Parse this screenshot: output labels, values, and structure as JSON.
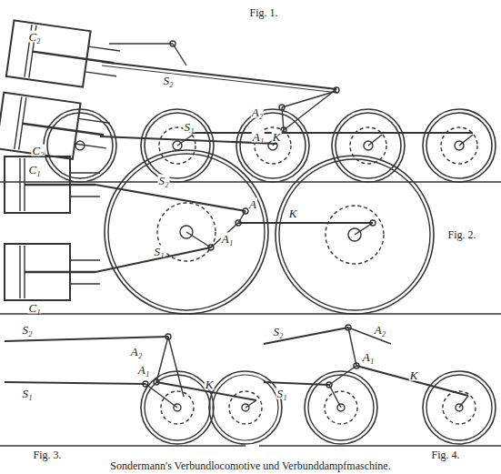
{
  "diagram": {
    "caption": "Sondermann's Verbundlocomotive und Verbunddampfmaschine.",
    "labels": [
      "Fig. 1.",
      "C₂",
      "S₂",
      "A₂",
      "C₁",
      "S₁",
      "A₁",
      "K",
      "Fig. 2.",
      "C₂",
      "S₂",
      "A",
      "K",
      "A₁",
      "S₁",
      "C₁",
      "S₂",
      "A₂",
      "S₁",
      "A₁",
      "K",
      "Fig. 3.",
      "S₂",
      "A₂",
      "A₁",
      "S₁",
      "K",
      "Fig. 4."
    ]
  }
}
